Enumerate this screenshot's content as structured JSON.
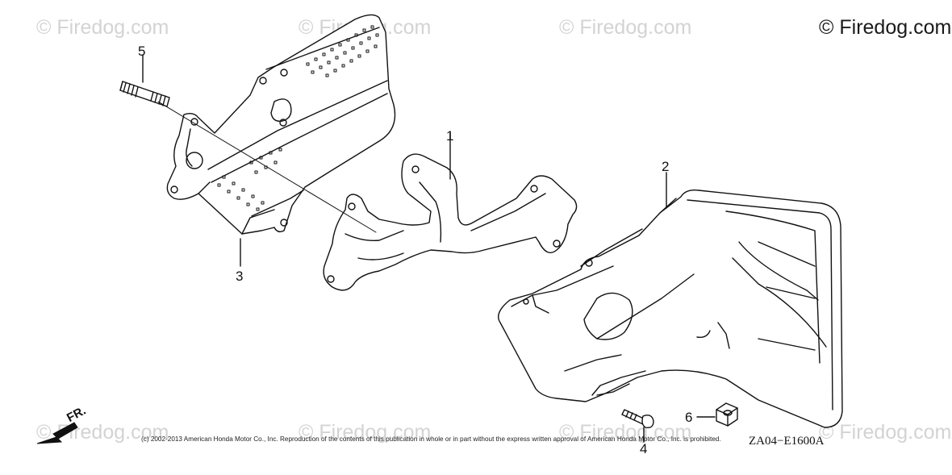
{
  "watermarks": {
    "faint": "© Firedog.com",
    "prominent": "© Firedog.com"
  },
  "callouts": {
    "part_1": "1",
    "part_2": "2",
    "part_3": "3",
    "part_4": "4",
    "part_5": "5",
    "part_6": "6"
  },
  "front_indicator": "FR.",
  "copyright": "(c) 2002-2013 American Honda Motor Co., Inc. Reproduction of the contents of this publication in whole or in part without the express written approval of American Honda Motor Co., Inc. is prohibited.",
  "diagram_code": "ZA04−E1600A",
  "colors": {
    "line": "#111111",
    "watermark_faint": "#d3d3d3",
    "background": "#ffffff"
  }
}
